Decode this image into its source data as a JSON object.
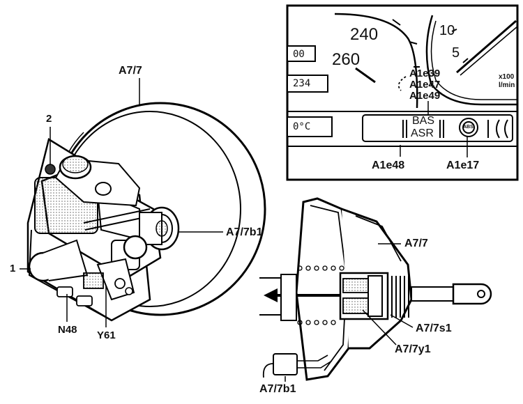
{
  "labels": {
    "booster_unit": "A7/7",
    "reservoir_item": "2",
    "master_cyl_item": "1",
    "pedal_sensor_left": "A7/7b1",
    "pressure_sensor": "N48",
    "solenoid_valve": "Y61",
    "booster_unit_section": "A7/7",
    "release_switch": "A7/7s1",
    "solenoid_section": "A7/7y1",
    "pedal_sensor_section": "A7/7b1",
    "indicator_bas_lamp": "A1e48",
    "indicator_abs_lamp": "A1e17",
    "indicator_stack_1": "A1e39",
    "indicator_stack_2": "A1e47",
    "indicator_stack_3": "A1e49"
  },
  "cluster": {
    "speed_240": "240",
    "speed_260": "260",
    "rpm_10": "10",
    "rpm_5": "5",
    "rpm_unit_1": "x100",
    "rpm_unit_2": "l/min",
    "odo_top": "00",
    "odo_bottom": "234",
    "temp": "0°C",
    "bas_text": "BAS",
    "asr_text": "ASR",
    "abs_text": "ABS"
  }
}
